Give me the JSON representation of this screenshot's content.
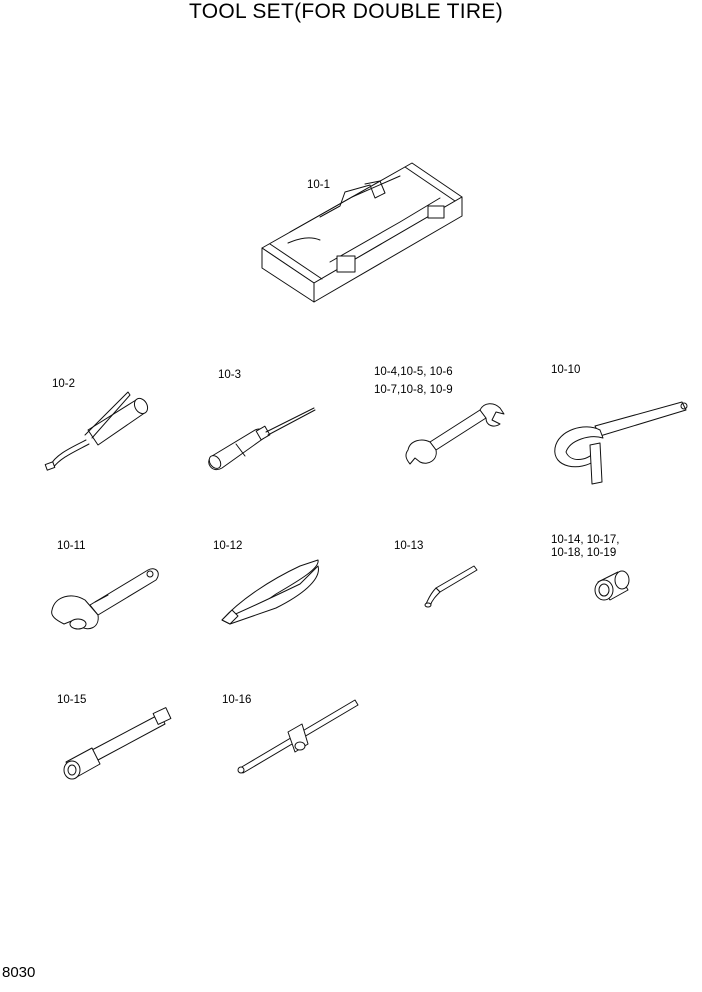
{
  "title": "TOOL SET(FOR DOUBLE TIRE)",
  "page_number": "8030",
  "parts": [
    {
      "name": "toolbox",
      "icon": "toolbox-icon",
      "label": "10-1"
    },
    {
      "name": "grease-gun",
      "icon": "grease-gun-icon",
      "label": "10-2"
    },
    {
      "name": "screwdriver",
      "icon": "screwdriver-icon",
      "label": "10-3"
    },
    {
      "name": "wrench",
      "icon": "wrench-icon",
      "label_line1": "10-4,10-5, 10-6",
      "label_line2": "10-7,10-8, 10-9"
    },
    {
      "name": "filter-wrench",
      "icon": "filter-wrench-icon",
      "label": "10-10"
    },
    {
      "name": "adjustable-wrench",
      "icon": "adjustable-wrench-icon",
      "label": "10-11"
    },
    {
      "name": "pliers",
      "icon": "pliers-icon",
      "label": "10-12"
    },
    {
      "name": "bar",
      "icon": "bar-icon",
      "label": "10-13"
    },
    {
      "name": "socket",
      "icon": "socket-icon",
      "label_line1": "10-14, 10-17,",
      "label_line2": "10-18, 10-19"
    },
    {
      "name": "extension-bar",
      "icon": "extension-bar-icon",
      "label": "10-15"
    },
    {
      "name": "t-handle",
      "icon": "t-handle-icon",
      "label": "10-16"
    }
  ]
}
